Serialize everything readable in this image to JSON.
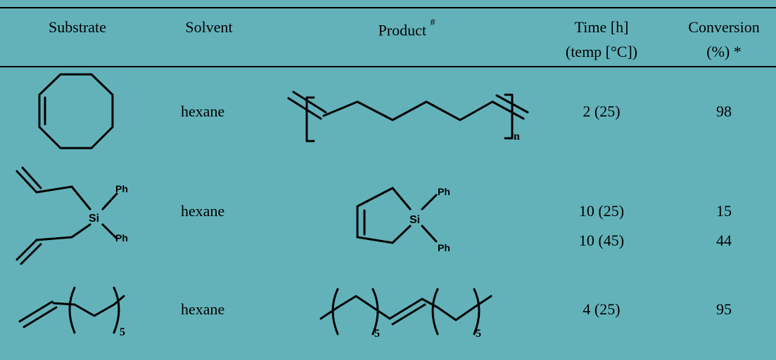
{
  "table": {
    "headers": {
      "substrate": "Substrate",
      "solvent": "Solvent",
      "product": "Product",
      "product_mark": "#",
      "time_line1": "Time [h]",
      "time_line2": "(temp [°C])",
      "conversion_line1": "Conversion",
      "conversion_line2": "(%) *"
    },
    "rows": [
      {
        "solvent": "hexane",
        "time": [
          "2 (25)"
        ],
        "conversion": [
          "98"
        ],
        "product_subscript": "n"
      },
      {
        "solvent": "hexane",
        "time": [
          "10 (25)",
          "10 (45)"
        ],
        "conversion": [
          "15",
          "44"
        ],
        "substrate_atoms": {
          "si": "Si",
          "ph_top": "Ph",
          "ph_bottom": "Ph"
        },
        "product_atoms": {
          "si": "Si",
          "ph_top": "Ph",
          "ph_bottom": "Ph"
        }
      },
      {
        "solvent": "hexane",
        "time": [
          "4 (25)"
        ],
        "conversion": [
          "95"
        ],
        "substrate_subscript": "5",
        "product_subscript_left": "5",
        "product_subscript_right": "5"
      }
    ]
  }
}
